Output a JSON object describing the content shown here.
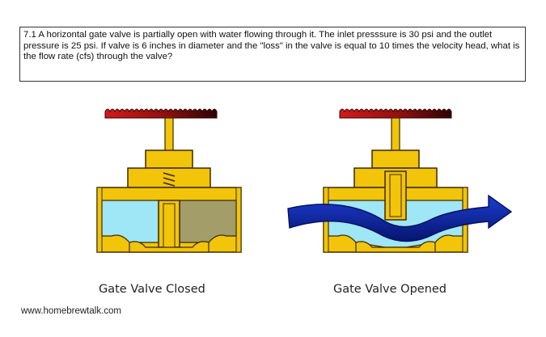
{
  "problem": {
    "text": "7.1  A horizontal gate valve is partially open with water flowing through it.  The inlet presssure is 30 psi and the outlet pressure is 25 psi.  If valve is 6 inches in diameter and the \"loss\" in the valve is equal to 10 times the velocity head, what is the flow rate (cfs) through the valve?"
  },
  "diagram": {
    "closed_label": "Gate Valve Closed",
    "opened_label": "Gate Valve Opened",
    "credit": "www.homebrewtalk.com"
  },
  "colors": {
    "valve_body": "#f2c40a",
    "valve_outline": "#3a2a00",
    "handwheel": "#8e1010",
    "water_light": "#9fe6f6",
    "water_dirty": "#a39d6a",
    "flow_arrow": "#0a23a8"
  }
}
